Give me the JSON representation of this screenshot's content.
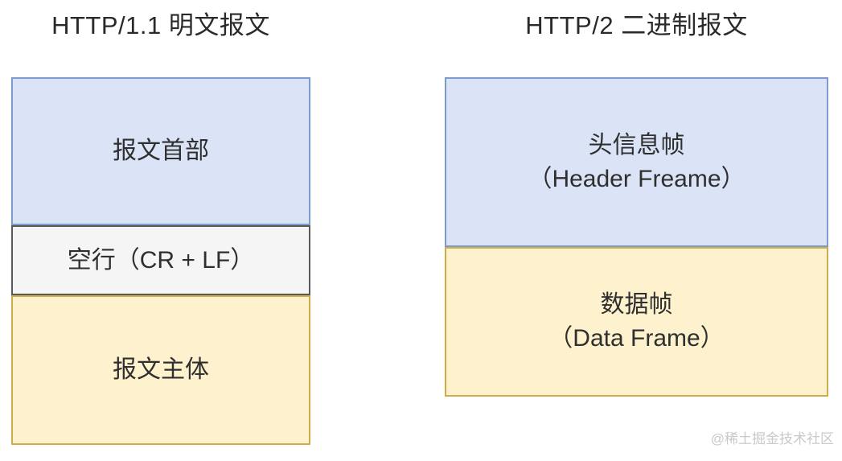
{
  "left_panel": {
    "title": "HTTP/1.1 明文报文",
    "header_box": {
      "label": "报文首部"
    },
    "blank_line_box": {
      "label": "空行（CR + LF）"
    },
    "body_box": {
      "label": "报文主体"
    }
  },
  "right_panel": {
    "title": "HTTP/2 二进制报文",
    "header_frame_box": {
      "line1": "头信息帧",
      "line2": "（Header Freame）"
    },
    "data_frame_box": {
      "line1": "数据帧",
      "line2": "（Data Frame）"
    }
  },
  "watermark": {
    "text": "@稀土掘金技术社区"
  },
  "colors": {
    "blue_fill": "#dbe4f7",
    "blue_border": "#7e9ccb",
    "gray_fill": "#f5f5f5",
    "gray_border": "#585858",
    "yellow_fill": "#fdf2cd",
    "yellow_border": "#cfab49",
    "text": "#2f2f2f",
    "watermark_text": "#c9c9c9"
  }
}
